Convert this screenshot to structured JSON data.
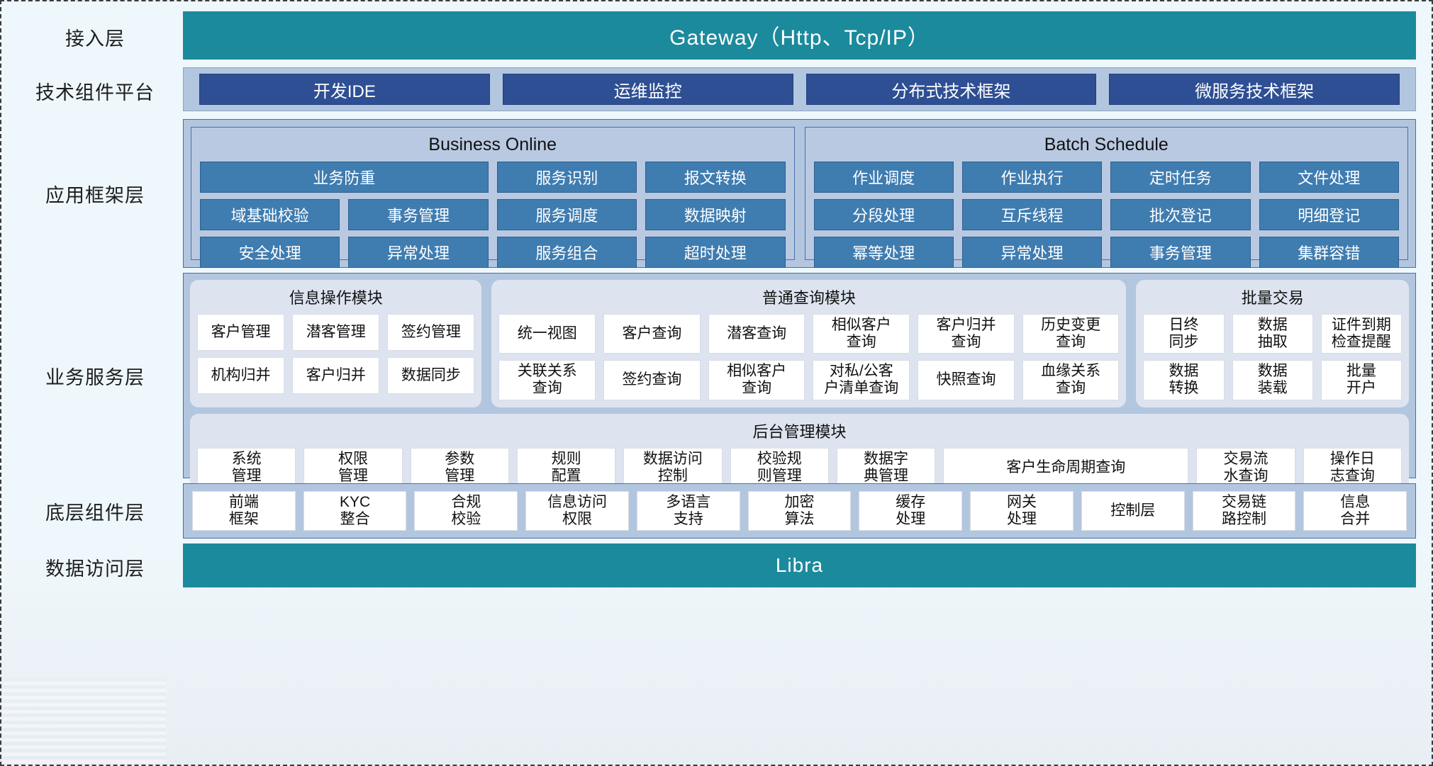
{
  "layers": {
    "access": {
      "label": "接入层",
      "bar_text": "Gateway（Http、Tcp/IP）",
      "color": "#1b8a9c"
    },
    "tech_platform": {
      "label": "技术组件平台",
      "chips": [
        "开发IDE",
        "运维监控",
        "分布式技术框架",
        "微服务技术框架"
      ],
      "chip_color": "#2e4f93",
      "band_color": "#b3c6e0"
    },
    "app_framework": {
      "label": "应用框架层",
      "groups": [
        {
          "title": "Business Online",
          "rows": [
            [
              "业务防重",
              "服务识别",
              "报文转换"
            ],
            [
              "域基础校验",
              "事务管理",
              "服务调度",
              "数据映射"
            ],
            [
              "安全处理",
              "异常处理",
              "服务组合",
              "超时处理"
            ]
          ],
          "first_row_wide": true
        },
        {
          "title": "Batch Schedule",
          "rows": [
            [
              "作业调度",
              "作业执行",
              "定时任务",
              "文件处理"
            ],
            [
              "分段处理",
              "互斥线程",
              "批次登记",
              "明细登记"
            ],
            [
              "幂等处理",
              "异常处理",
              "事务管理",
              "集群容错"
            ]
          ],
          "first_row_wide": false
        }
      ],
      "cell_color": "#3f7cb0"
    },
    "business_service": {
      "label": "业务服务层",
      "modules": [
        {
          "title": "信息操作模块",
          "rows": [
            [
              "客户管理",
              "潜客管理",
              "签约管理"
            ],
            [
              "机构归并",
              "客户归并",
              "数据同步"
            ]
          ]
        },
        {
          "title": "普通查询模块",
          "rows": [
            [
              "统一视图",
              "客户查询",
              "潜客查询",
              "相似客户\n查询",
              "客户归并\n查询",
              "历史变更\n查询"
            ],
            [
              "关联关系\n查询",
              "签约查询",
              "相似客户\n查询",
              "对私/公客\n户清单查询",
              "快照查询",
              "血缘关系\n查询"
            ]
          ]
        },
        {
          "title": "批量交易",
          "rows": [
            [
              "日终\n同步",
              "数据\n抽取",
              "证件到期\n检查提醒"
            ],
            [
              "数据\n转换",
              "数据\n装载",
              "批量\n开户"
            ]
          ]
        }
      ],
      "backoffice": {
        "title": "后台管理模块",
        "cells": [
          "系统\n管理",
          "权限\n管理",
          "参数\n管理",
          "规则\n配置",
          "数据访问\n控制",
          "校验规\n则管理",
          "数据字\n典管理",
          "客户生命周期查询",
          "交易流\n水查询",
          "操作日\n志查询"
        ],
        "wide_index": 7
      }
    },
    "bottom_component": {
      "label": "底层组件层",
      "cells": [
        "前端\n框架",
        "KYC\n整合",
        "合规\n校验",
        "信息访问\n权限",
        "多语言\n支持",
        "加密\n算法",
        "缓存\n处理",
        "网关\n处理",
        "控制层",
        "交易链\n路控制",
        "信息\n合并"
      ]
    },
    "data_access": {
      "label": "数据访问层",
      "bar_text": "Libra",
      "color": "#1b8a9c"
    }
  }
}
